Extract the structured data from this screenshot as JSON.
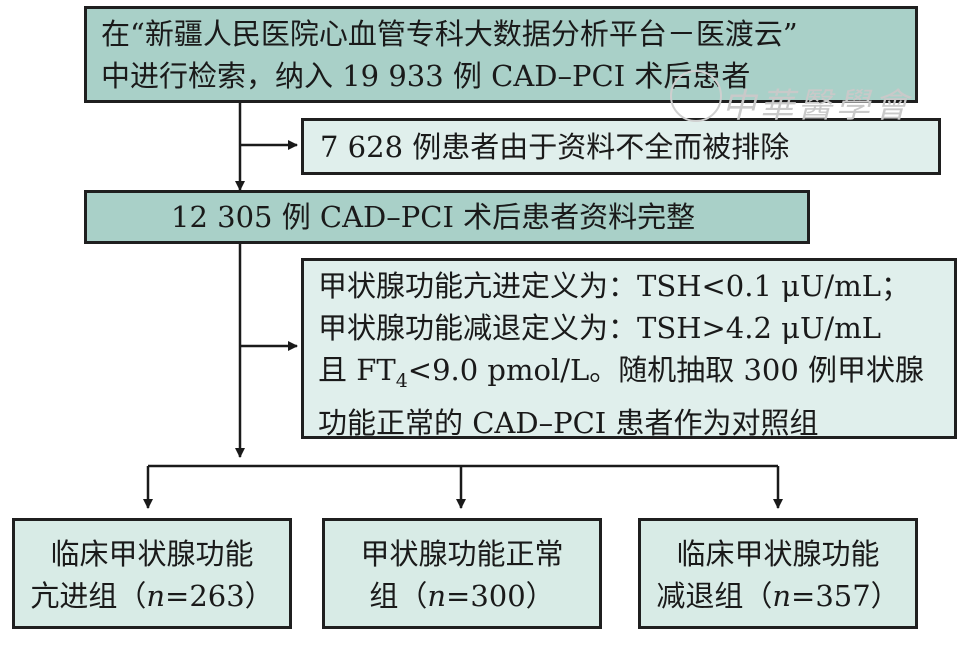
{
  "flowchart": {
    "box1": {
      "line1": "在“新疆人民医院心血管专科大数据分析平台－医渡云”",
      "line2": "中进行检索，纳入 19 933 例 CAD–PCI 术后患者"
    },
    "exclude1": {
      "line1": "7 628 例患者由于资料不全而被排除"
    },
    "box2": {
      "line1": "12 305 例 CAD–PCI 术后患者资料完整"
    },
    "definition": {
      "line1": "甲状腺功能亢进定义为：TSH<0.1 μU/mL；",
      "line2": "甲状腺功能减退定义为：TSH>4.2 μU/mL",
      "line3_a": "且 FT",
      "line3_sub": "4",
      "line3_b": "<9.0 pmol/L。随机抽取 300 例甲状腺",
      "line4": "功能正常的 CAD–PCI 患者作为对照组"
    },
    "groups": [
      {
        "line1": "临床甲状腺功能",
        "line2_a": "亢进组（",
        "line2_n": "n",
        "line2_b": "=263）"
      },
      {
        "line1": "甲状腺功能正常",
        "line2_a": "组（",
        "line2_n": "n",
        "line2_b": "=300）"
      },
      {
        "line1": "临床甲状腺功能",
        "line2_a": "减退组（",
        "line2_n": "n",
        "line2_b": "=357）"
      }
    ]
  },
  "watermark": "中華醫學會"
}
